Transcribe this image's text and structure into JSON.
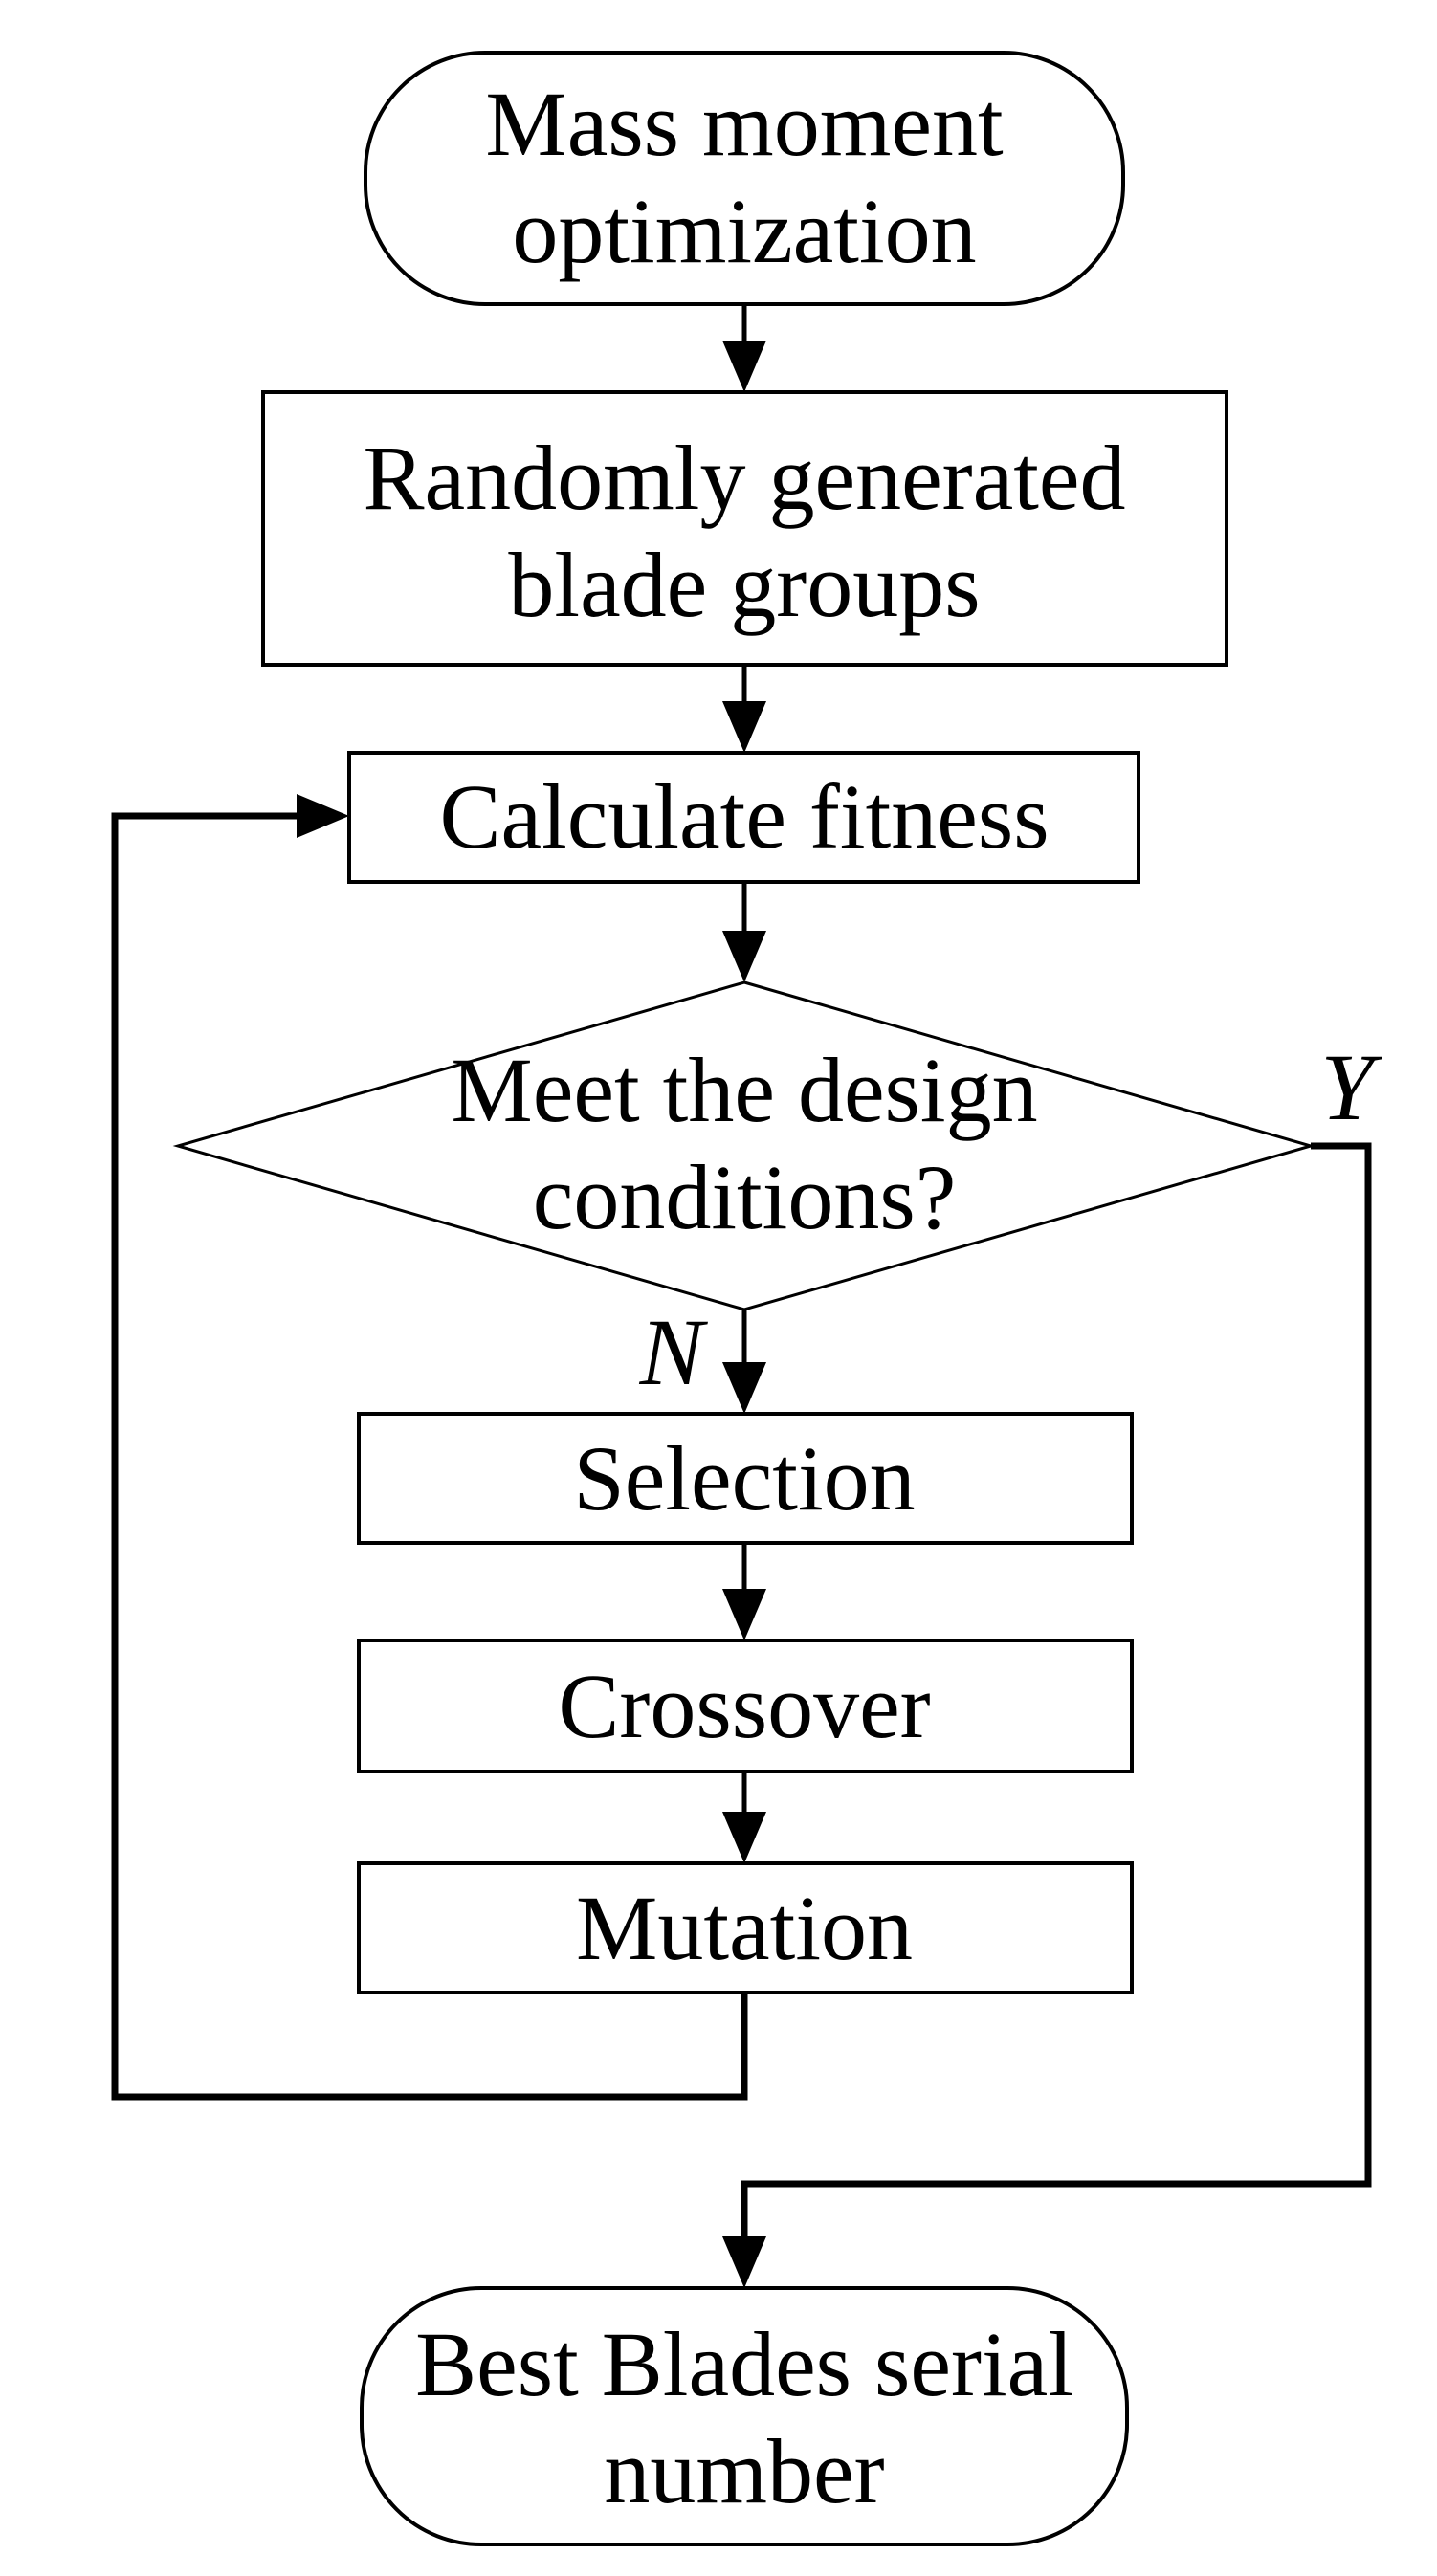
{
  "figure": {
    "type": "flowchart",
    "background_color": "#ffffff",
    "line_color": "#000000",
    "fill_color": "#ffffff",
    "nodes": {
      "start": {
        "shape": "terminator",
        "lines": [
          "Mass moment",
          "optimization"
        ]
      },
      "generate": {
        "shape": "process",
        "lines": [
          "Randomly generated",
          "blade groups"
        ]
      },
      "fitness": {
        "shape": "process",
        "lines": [
          "Calculate fitness"
        ]
      },
      "decision": {
        "shape": "decision",
        "lines": [
          "Meet the design",
          "conditions?"
        ]
      },
      "selection": {
        "shape": "process",
        "lines": [
          "Selection"
        ]
      },
      "crossover": {
        "shape": "process",
        "lines": [
          "Crossover"
        ]
      },
      "mutation": {
        "shape": "process",
        "lines": [
          "Mutation"
        ]
      },
      "end": {
        "shape": "terminator",
        "lines": [
          "Best Blades serial",
          "number"
        ]
      }
    },
    "edge_labels": {
      "yes": "Y",
      "no": "N"
    },
    "edges": [
      {
        "from": "start",
        "to": "generate"
      },
      {
        "from": "generate",
        "to": "fitness"
      },
      {
        "from": "fitness",
        "to": "decision"
      },
      {
        "from": "decision",
        "to": "selection",
        "label": "N"
      },
      {
        "from": "selection",
        "to": "crossover"
      },
      {
        "from": "crossover",
        "to": "mutation"
      },
      {
        "from": "mutation",
        "to": "fitness",
        "type": "feedback-loop"
      },
      {
        "from": "decision",
        "to": "end",
        "label": "Y"
      }
    ]
  }
}
